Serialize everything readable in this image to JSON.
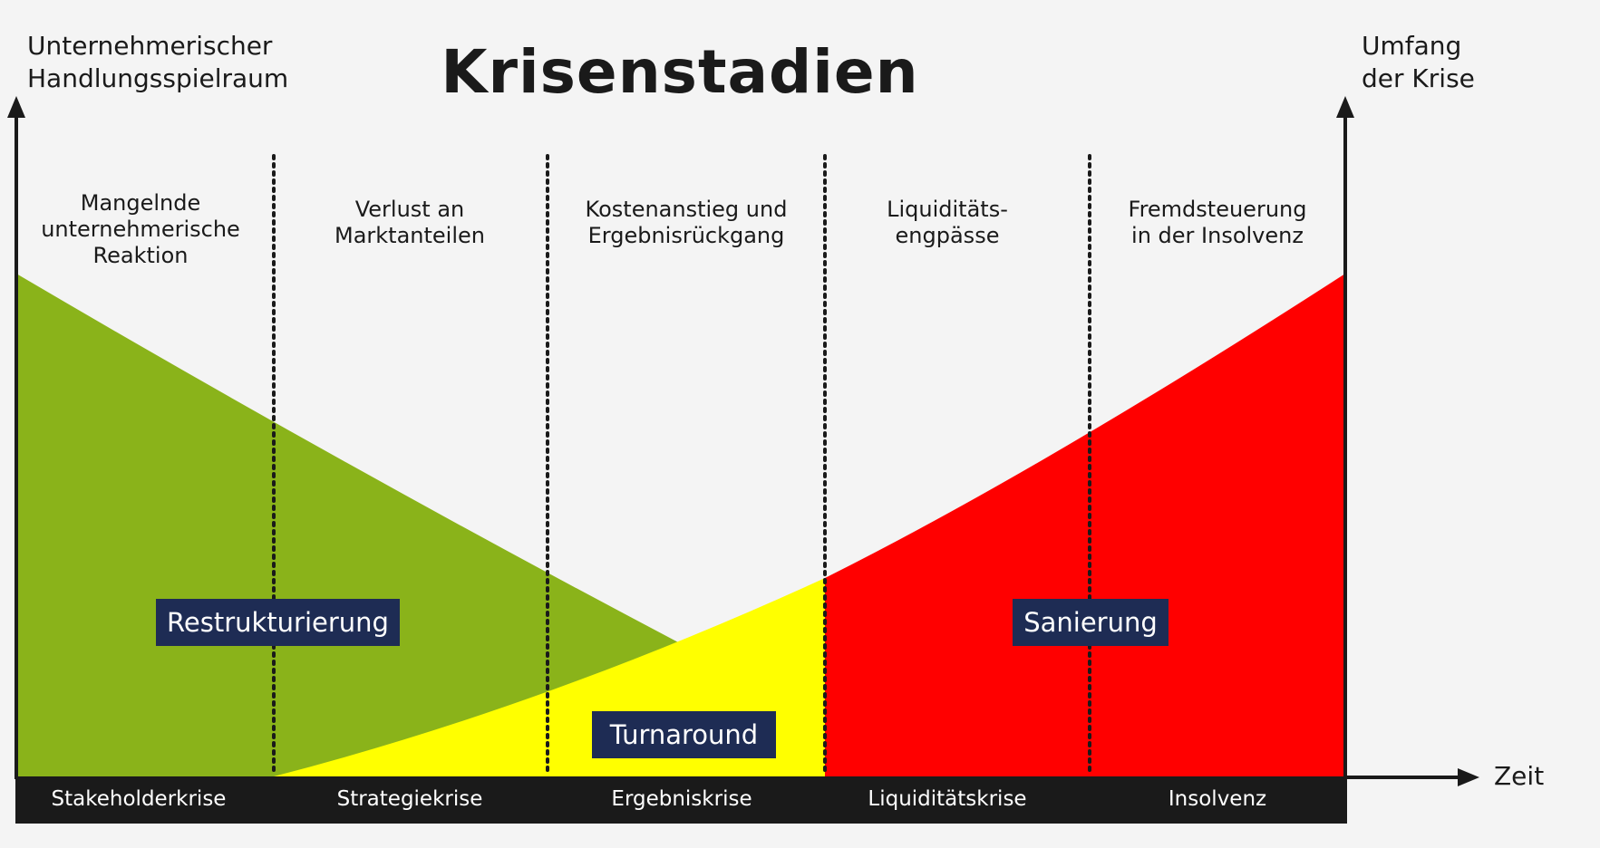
{
  "title": "Krisenstadien",
  "y_axis_left": "Unternehmerischer\nHandlungsspielraum",
  "y_axis_right": "Umfang\nder Krise",
  "x_axis": "Zeit",
  "stages": [
    {
      "name": "Stakeholderkrise",
      "description": "Mangelnde\nunternehmerische\nReaktion"
    },
    {
      "name": "Strategiekrise",
      "description": "Verlust an\nMarktanteilen"
    },
    {
      "name": "Ergebniskrise",
      "description": "Kostenanstieg und\nErgebnisrückgang"
    },
    {
      "name": "Liquiditätskrise",
      "description": "Liquiditäts-\nengpässe"
    },
    {
      "name": "Insolvenz",
      "description": "Fremdsteuerung\nin der Insolvenz"
    }
  ],
  "phases": {
    "restrukturierung": "Restrukturierung",
    "turnaround": "Turnaround",
    "sanierung": "Sanierung"
  },
  "colors": {
    "restrukturierung": "#8ab31a",
    "turnaround": "#ffff00",
    "sanierung": "#ff0000",
    "label_box": "#1e2c54",
    "stage_bar": "#1a1a1a"
  }
}
